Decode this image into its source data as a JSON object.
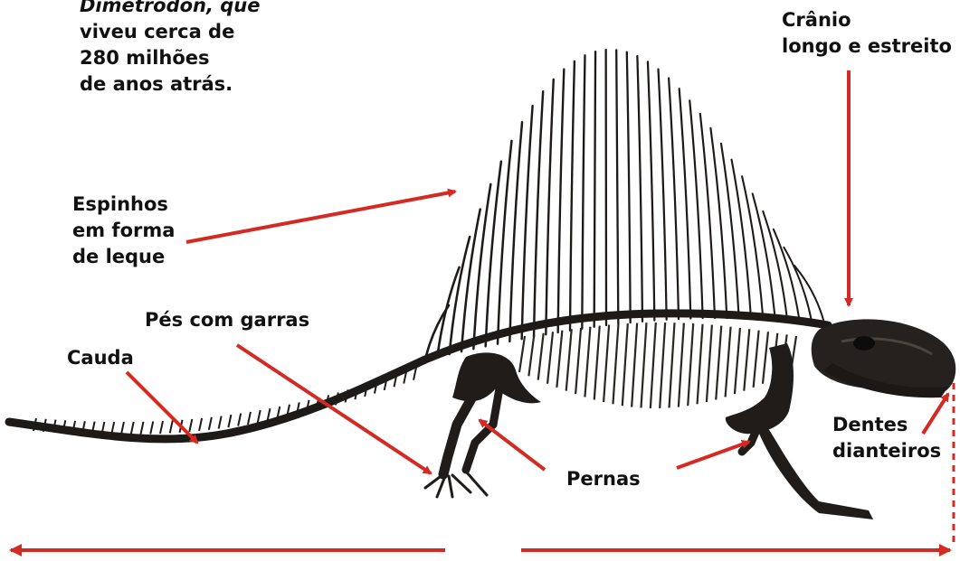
{
  "intro": {
    "lines": [
      "Dimetrodon, que",
      "viveu cerca de",
      "280 milhões",
      "de anos atrás."
    ]
  },
  "labels": {
    "cranio": [
      "Crânio",
      "longo e estreito"
    ],
    "espinhos": [
      "Espinhos",
      "em forma",
      "de leque"
    ],
    "pes": "Pés com garras",
    "cauda": "Cauda",
    "pernas": "Pernas",
    "dentes": [
      "Dentes",
      "dianteiros"
    ]
  },
  "colors": {
    "arrow": "#d42a24",
    "bone": "#1d1a17",
    "text": "#111111"
  }
}
